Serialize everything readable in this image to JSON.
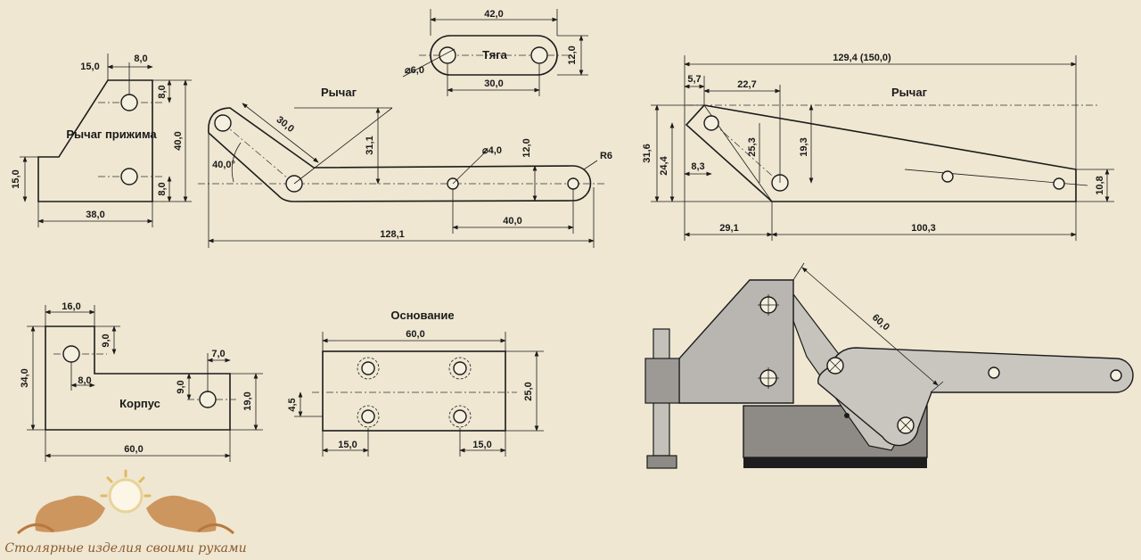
{
  "lever_clamp": {
    "title": "Рычаг прижима",
    "dims": [
      "15,0",
      "8,0",
      "8,0",
      "40,0",
      "8,0",
      "15,0",
      "38,0"
    ]
  },
  "link": {
    "title": "Тяга",
    "dims": [
      "42,0",
      "12,0",
      "⌀6,0",
      "30,0"
    ]
  },
  "lever": {
    "title": "Рычаг",
    "dims": [
      "30,0",
      "31,1",
      "40,0°",
      "⌀4,0",
      "12,0",
      "R6",
      "40,0",
      "128,1"
    ]
  },
  "lever_assembly": {
    "title": "Рычаг",
    "dims": [
      "129,4 (150,0)",
      "5,7",
      "22,7",
      "31,6",
      "24,4",
      "8,3",
      "25,3",
      "19,3",
      "10,8",
      "29,1",
      "100,3"
    ]
  },
  "body": {
    "title": "Корпус",
    "dims": [
      "16,0",
      "9,0",
      "34,0",
      "8,0",
      "7,0",
      "9,0",
      "19,0",
      "60,0"
    ]
  },
  "base": {
    "title": "Основание",
    "dims": [
      "60,0",
      "25,0",
      "4,5",
      "15,0",
      "15,0"
    ]
  },
  "assembly": {
    "dims": [
      "60,0"
    ]
  },
  "logo": {
    "text": "Столярные изделия своими руками"
  },
  "colors": {
    "paper": "#efe7d2",
    "line": "#1b1b1b",
    "metal": "#b9b6b1",
    "dark_metal": "#8e8b86",
    "logo": "#c98d52"
  }
}
